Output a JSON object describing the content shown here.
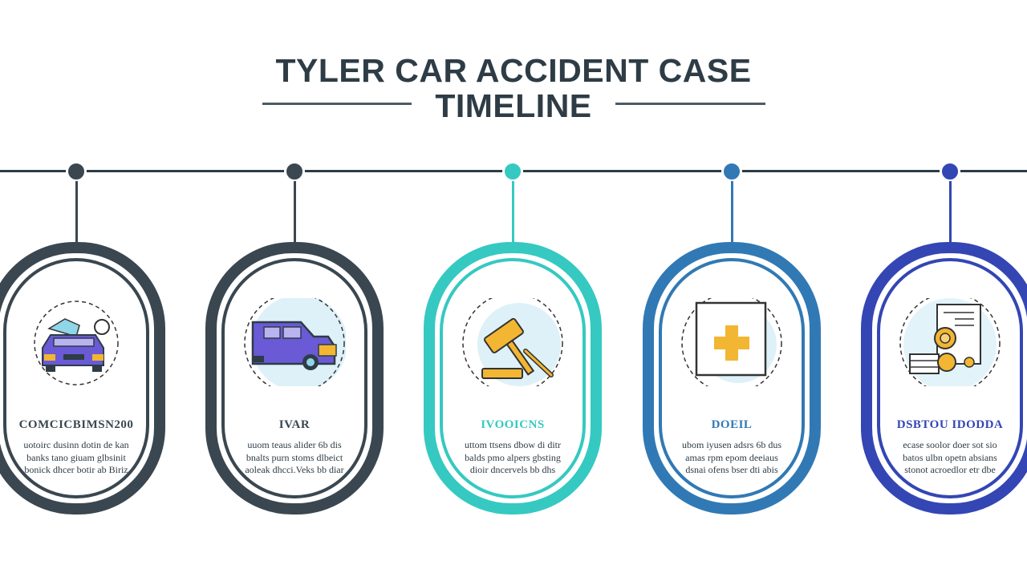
{
  "title": {
    "line1": "TYLER CAR ACCIDENT CASE",
    "line2": "TIMELINE"
  },
  "colors": {
    "title": "#2e3c46",
    "rule": "#4e5a63",
    "timeline": "#2e3c46"
  },
  "steps": [
    {
      "color": "#3a4750",
      "icon": "damaged-car-icon",
      "heading": "COMCICBIMSN200",
      "body": [
        "uotoirc dusinn dotin de kan",
        "banks tano giuam glbsinit",
        "bonick dhcer botir ab Biriz"
      ]
    },
    {
      "color": "#3a4750",
      "icon": "car-crash-icon",
      "heading": "IVAR",
      "body": [
        "uuom teaus alider 6b dis",
        "bnalts purn stoms dlbeict",
        "aoleak dhcci.Veks bb diar"
      ]
    },
    {
      "color": "#35c9c1",
      "icon": "gavel-icon",
      "heading": "IVOOICNS",
      "body": [
        "uttom ttsens dbow di ditr",
        "balds pmo alpers gbsting",
        "dioir dncervels bb dhs"
      ]
    },
    {
      "color": "#3179b4",
      "icon": "medical-cross-icon",
      "heading": "DOEIL",
      "body": [
        "ubom iyusen adsrs 6b dus",
        "amas rpm epom deeiaus",
        "dsnai ofens bser dti abis"
      ]
    },
    {
      "color": "#3446b4",
      "icon": "documents-coins-icon",
      "heading": "DSBTOU IDODDA",
      "body": [
        "ecase soolor doer sot sio",
        "batos ulbn opetn absians",
        "stonot acroedlor etr dbe"
      ]
    }
  ]
}
